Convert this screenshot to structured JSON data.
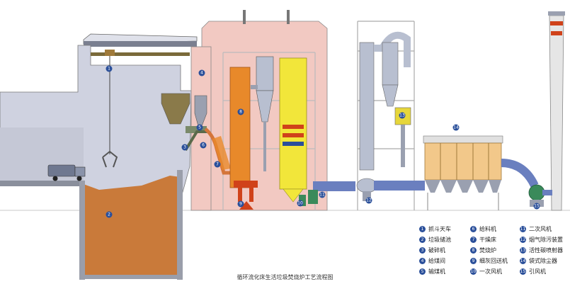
{
  "caption": "循环流化床生活垃圾焚烧炉工艺流程图",
  "colors": {
    "hall": "#cfd2e0",
    "building": "#f2c9c2",
    "garbage": "#c97a3a",
    "furnace": "#e8892a",
    "boiler": "#f2e63a",
    "steel": "#9aa0b0",
    "marker": "#2a4f9a"
  },
  "markers": [
    "1",
    "2",
    "3",
    "4",
    "5",
    "6",
    "7",
    "8",
    "9",
    "10",
    "11",
    "12",
    "13",
    "14",
    "15"
  ],
  "legend": [
    {
      "num": "1",
      "label": "抓斗天车"
    },
    {
      "num": "2",
      "label": "垃圾储池"
    },
    {
      "num": "3",
      "label": "破碎机"
    },
    {
      "num": "4",
      "label": "给煤间"
    },
    {
      "num": "5",
      "label": "输煤机"
    },
    {
      "num": "6",
      "label": "给料机"
    },
    {
      "num": "7",
      "label": "干燥床"
    },
    {
      "num": "8",
      "label": "焚烧炉"
    },
    {
      "num": "9",
      "label": "细灰回送机"
    },
    {
      "num": "10",
      "label": "一次风机"
    },
    {
      "num": "11",
      "label": "二次风机"
    },
    {
      "num": "12",
      "label": "烟气除污装置"
    },
    {
      "num": "13",
      "label": "活性碳喷射器"
    },
    {
      "num": "14",
      "label": "袋式除尘器"
    },
    {
      "num": "15",
      "label": "引风机"
    }
  ]
}
